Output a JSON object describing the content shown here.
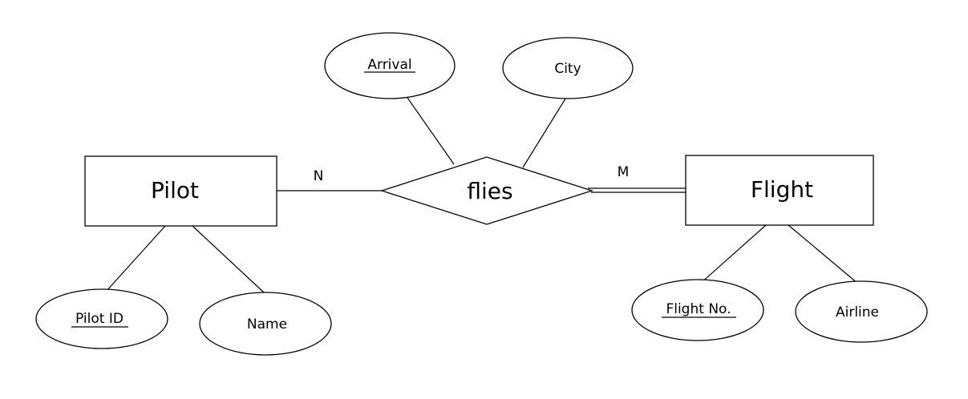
{
  "entities": {
    "pilot": "Pilot",
    "flight": "Flight"
  },
  "relationship": {
    "name": "flies",
    "pilot_cardinality": "N",
    "flight_cardinality": "M"
  },
  "attributes": {
    "arrival": "Arrival",
    "city": "City",
    "pilot_id": "Pilot ID",
    "name": "Name",
    "flight_no": "Flight No.",
    "airline": "Airline"
  }
}
